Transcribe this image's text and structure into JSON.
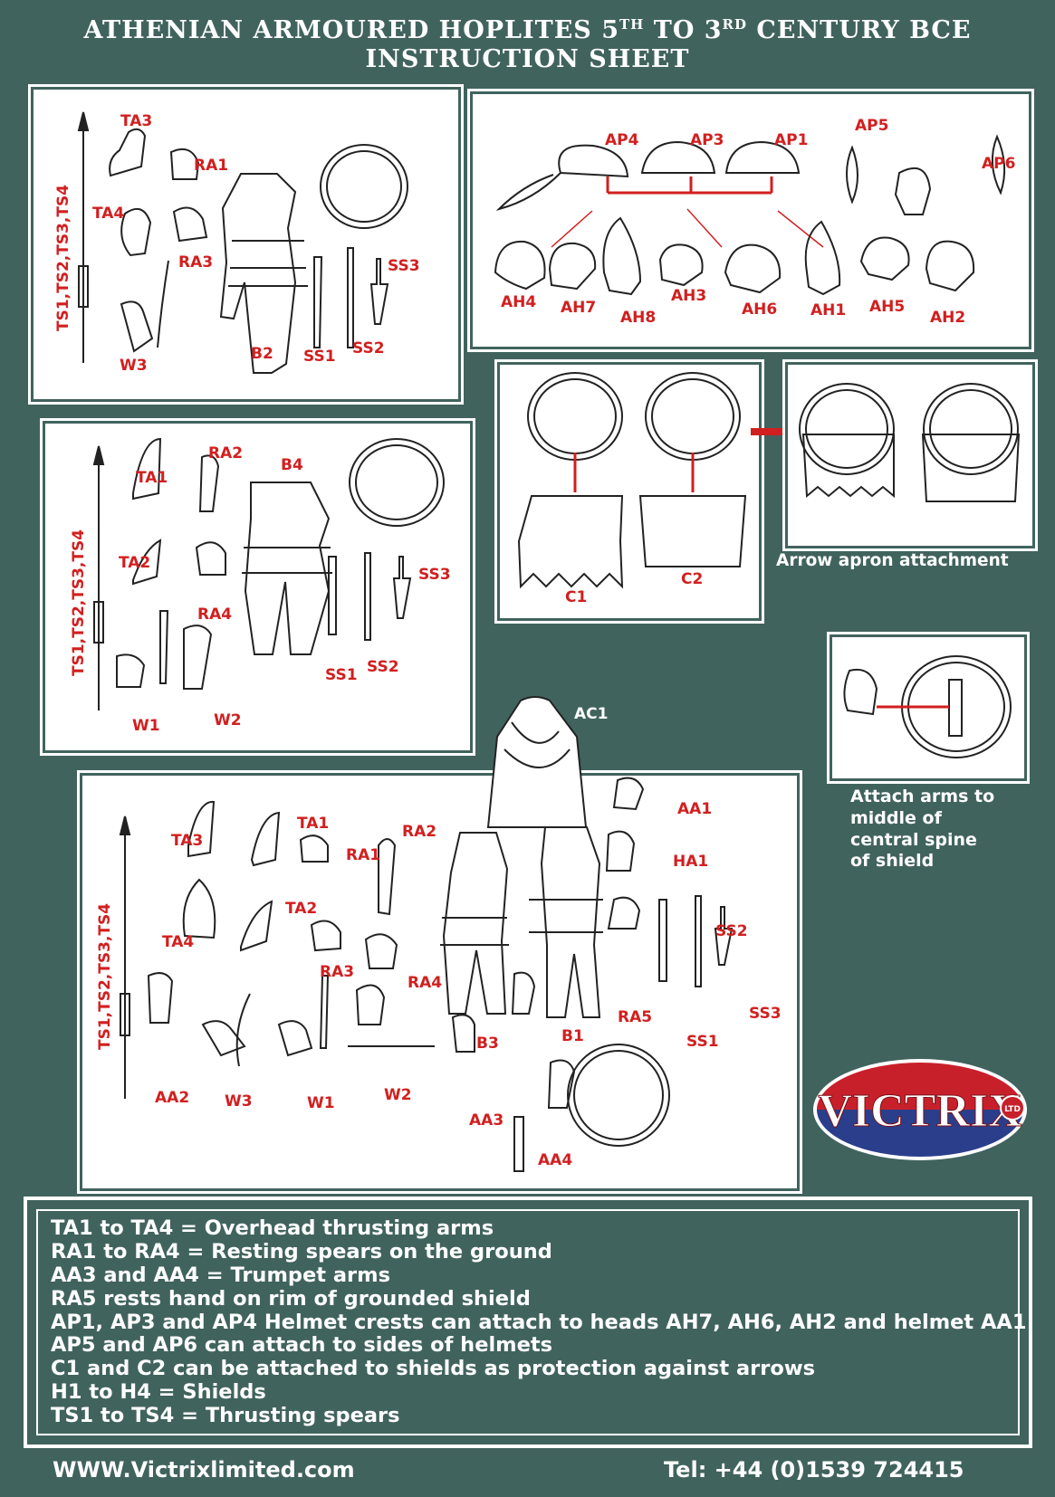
{
  "title": {
    "line1_prefix": "ATHENIAN ARMOURED HOPLITES 5",
    "line1_sup1": "TH",
    "line1_mid": " TO 3",
    "line1_sup2": "RD",
    "line1_suffix": " CENTURY BCE",
    "line2": "INSTRUCTION SHEET"
  },
  "panel1": {
    "labels": [
      "TA3",
      "RA1",
      "TA4",
      "RA3",
      "SS3",
      "W3",
      "B2",
      "SS1",
      "SS2"
    ],
    "spear": "TS1,TS2,TS3,TS4"
  },
  "panel2": {
    "crests": [
      "AP4",
      "AP3",
      "AP1",
      "AP5",
      "AP6"
    ],
    "heads": [
      "AH4",
      "AH7",
      "AH8",
      "AH3",
      "AH6",
      "AH1",
      "AH5",
      "AH2"
    ]
  },
  "panel3": {
    "labels": [
      "RA2",
      "TA1",
      "B4",
      "TA2",
      "SS3",
      "RA4",
      "SS1",
      "SS2",
      "W1",
      "W2"
    ],
    "spear": "TS1,TS2,TS3,TS4"
  },
  "panel4": {
    "labels": [
      "C1",
      "C2"
    ]
  },
  "apron_caption": "Arrow apron attachment",
  "shield_note": [
    "Attach arms to",
    "middle of",
    "central spine",
    "of shield"
  ],
  "panel7": {
    "labels": [
      "AC1",
      "AA1",
      "TA3",
      "TA1",
      "RA2",
      "RA1",
      "HA1",
      "TA4",
      "TA2",
      "SS2",
      "RA3",
      "RA4",
      "RA5",
      "SS3",
      "B3",
      "B1",
      "SS1",
      "AA2",
      "W3",
      "W1",
      "W2",
      "AA3",
      "AA4"
    ],
    "spear": "TS1,TS2,TS3,TS4"
  },
  "legend": [
    "TA1 to TA4 = Overhead thrusting arms",
    "RA1 to RA4 = Resting spears on the ground",
    "AA3 and AA4 = Trumpet arms",
    "RA5 rests hand on rim of grounded shield",
    "AP1, AP3 and AP4 Helmet crests can attach to heads AH7, AH6, AH2 and helmet AA1",
    "AP5 and AP6 can attach to sides of helmets",
    "C1 and C2 can be attached to shields as protection against arrows",
    "H1 to H4 = Shields",
    "TS1 to TS4 = Thrusting spears"
  ],
  "footer": {
    "website": "WWW.Victrixlimited.com",
    "phone": "Tel: +44 (0)1539 724415"
  },
  "logo": {
    "name": "VICTRIX",
    "ltd": "LTD"
  },
  "colors": {
    "background": "#41635e",
    "label": "#d21f1f",
    "panel": "#ffffff",
    "logo_red": "#c8202b",
    "logo_blue": "#2b3e8c"
  }
}
